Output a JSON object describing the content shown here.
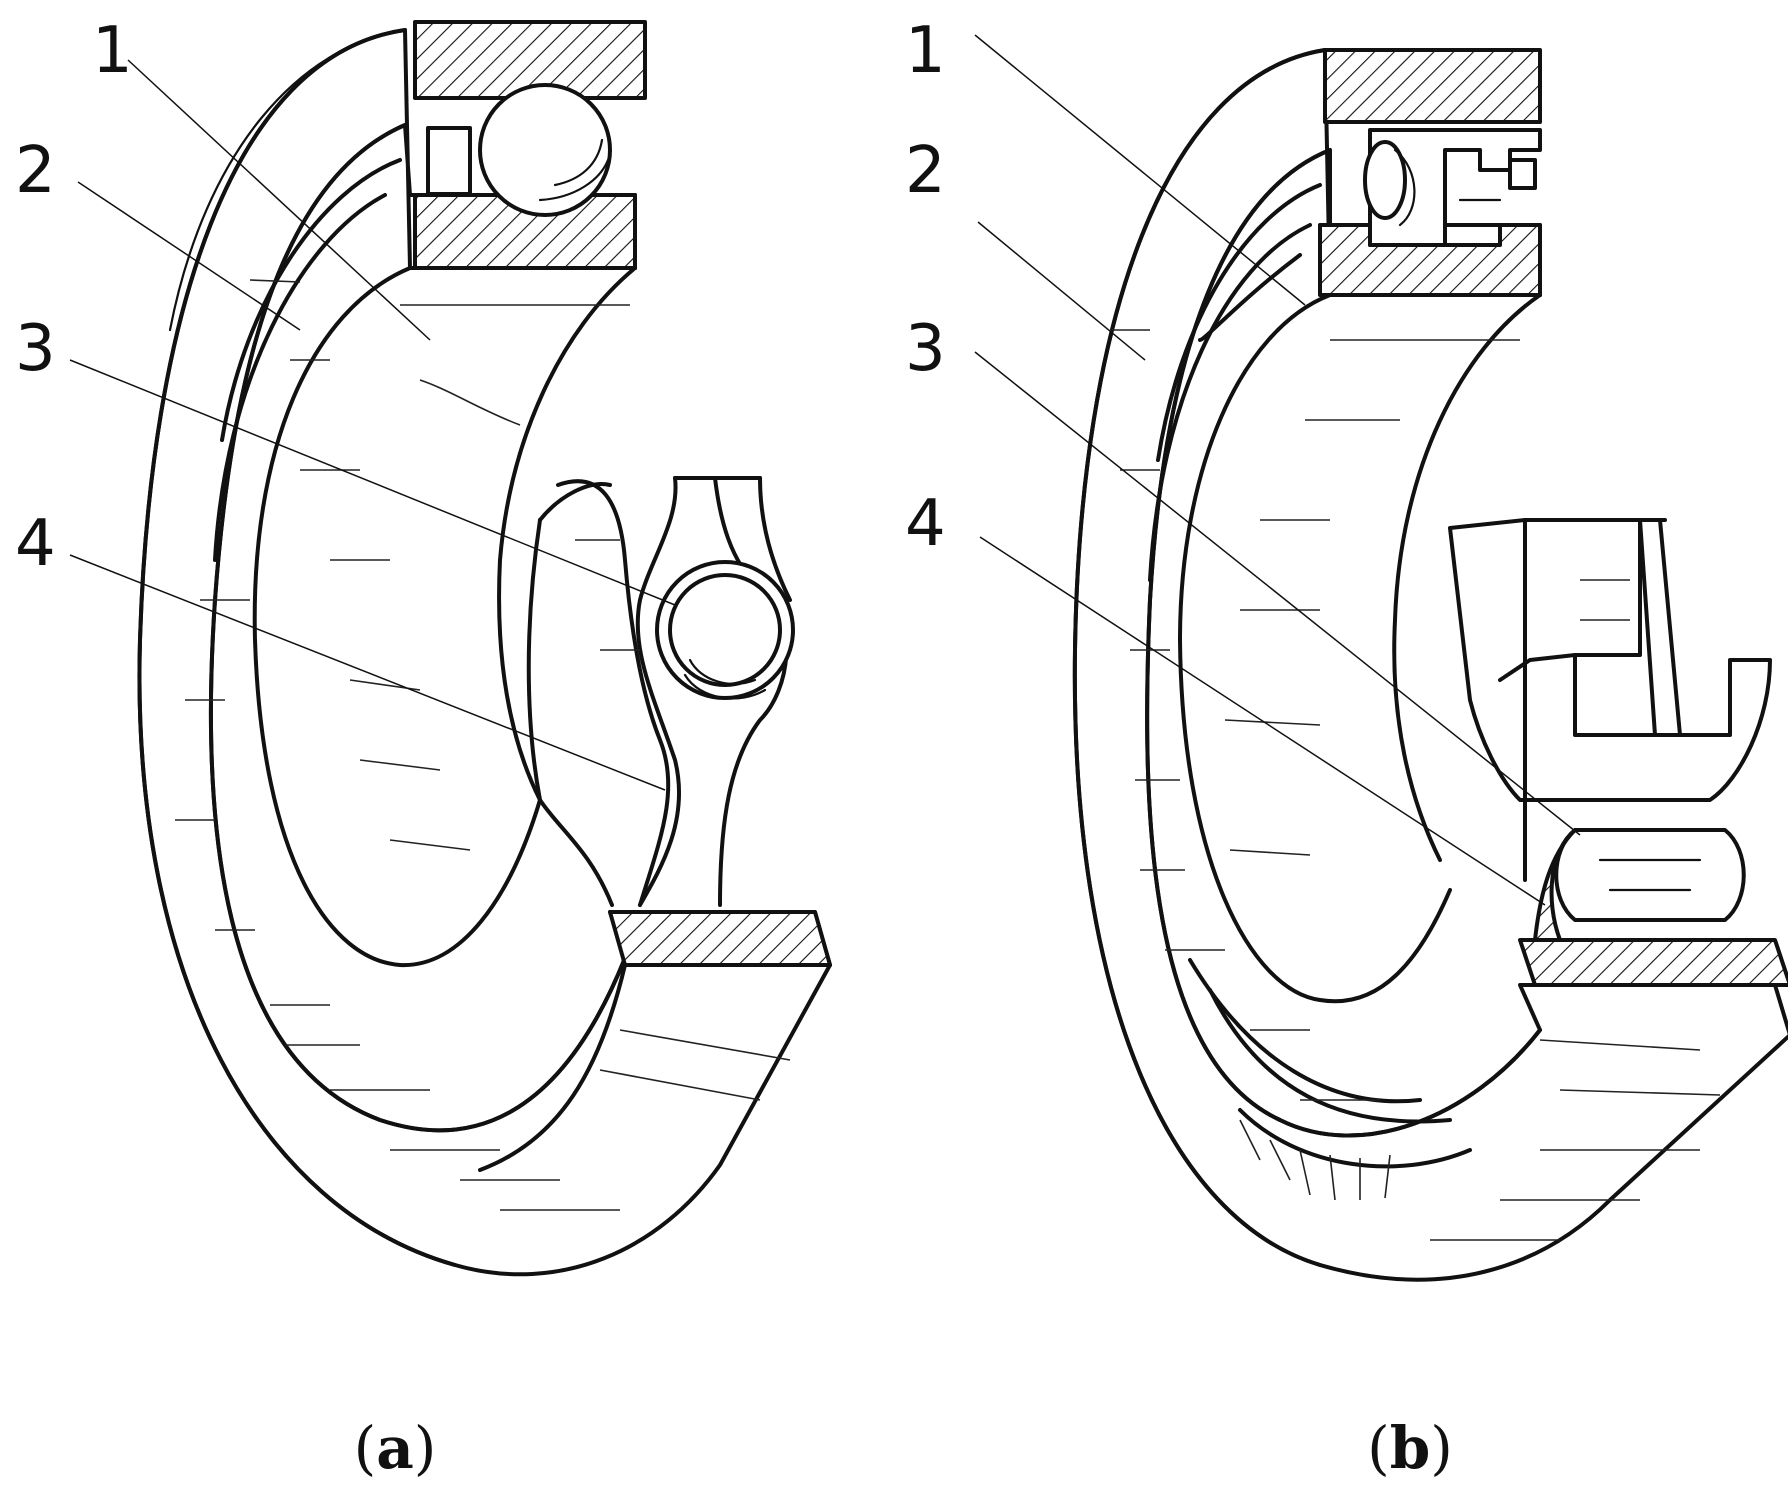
{
  "figure": {
    "panel_a": {
      "caption_open": "(",
      "caption_letter": "a",
      "caption_close": ")",
      "callouts": [
        "1",
        "2",
        "3",
        "4"
      ]
    },
    "panel_b": {
      "caption_open": "(",
      "caption_letter": "b",
      "caption_close": ")",
      "callouts": [
        "1",
        "2",
        "3",
        "4"
      ]
    }
  }
}
